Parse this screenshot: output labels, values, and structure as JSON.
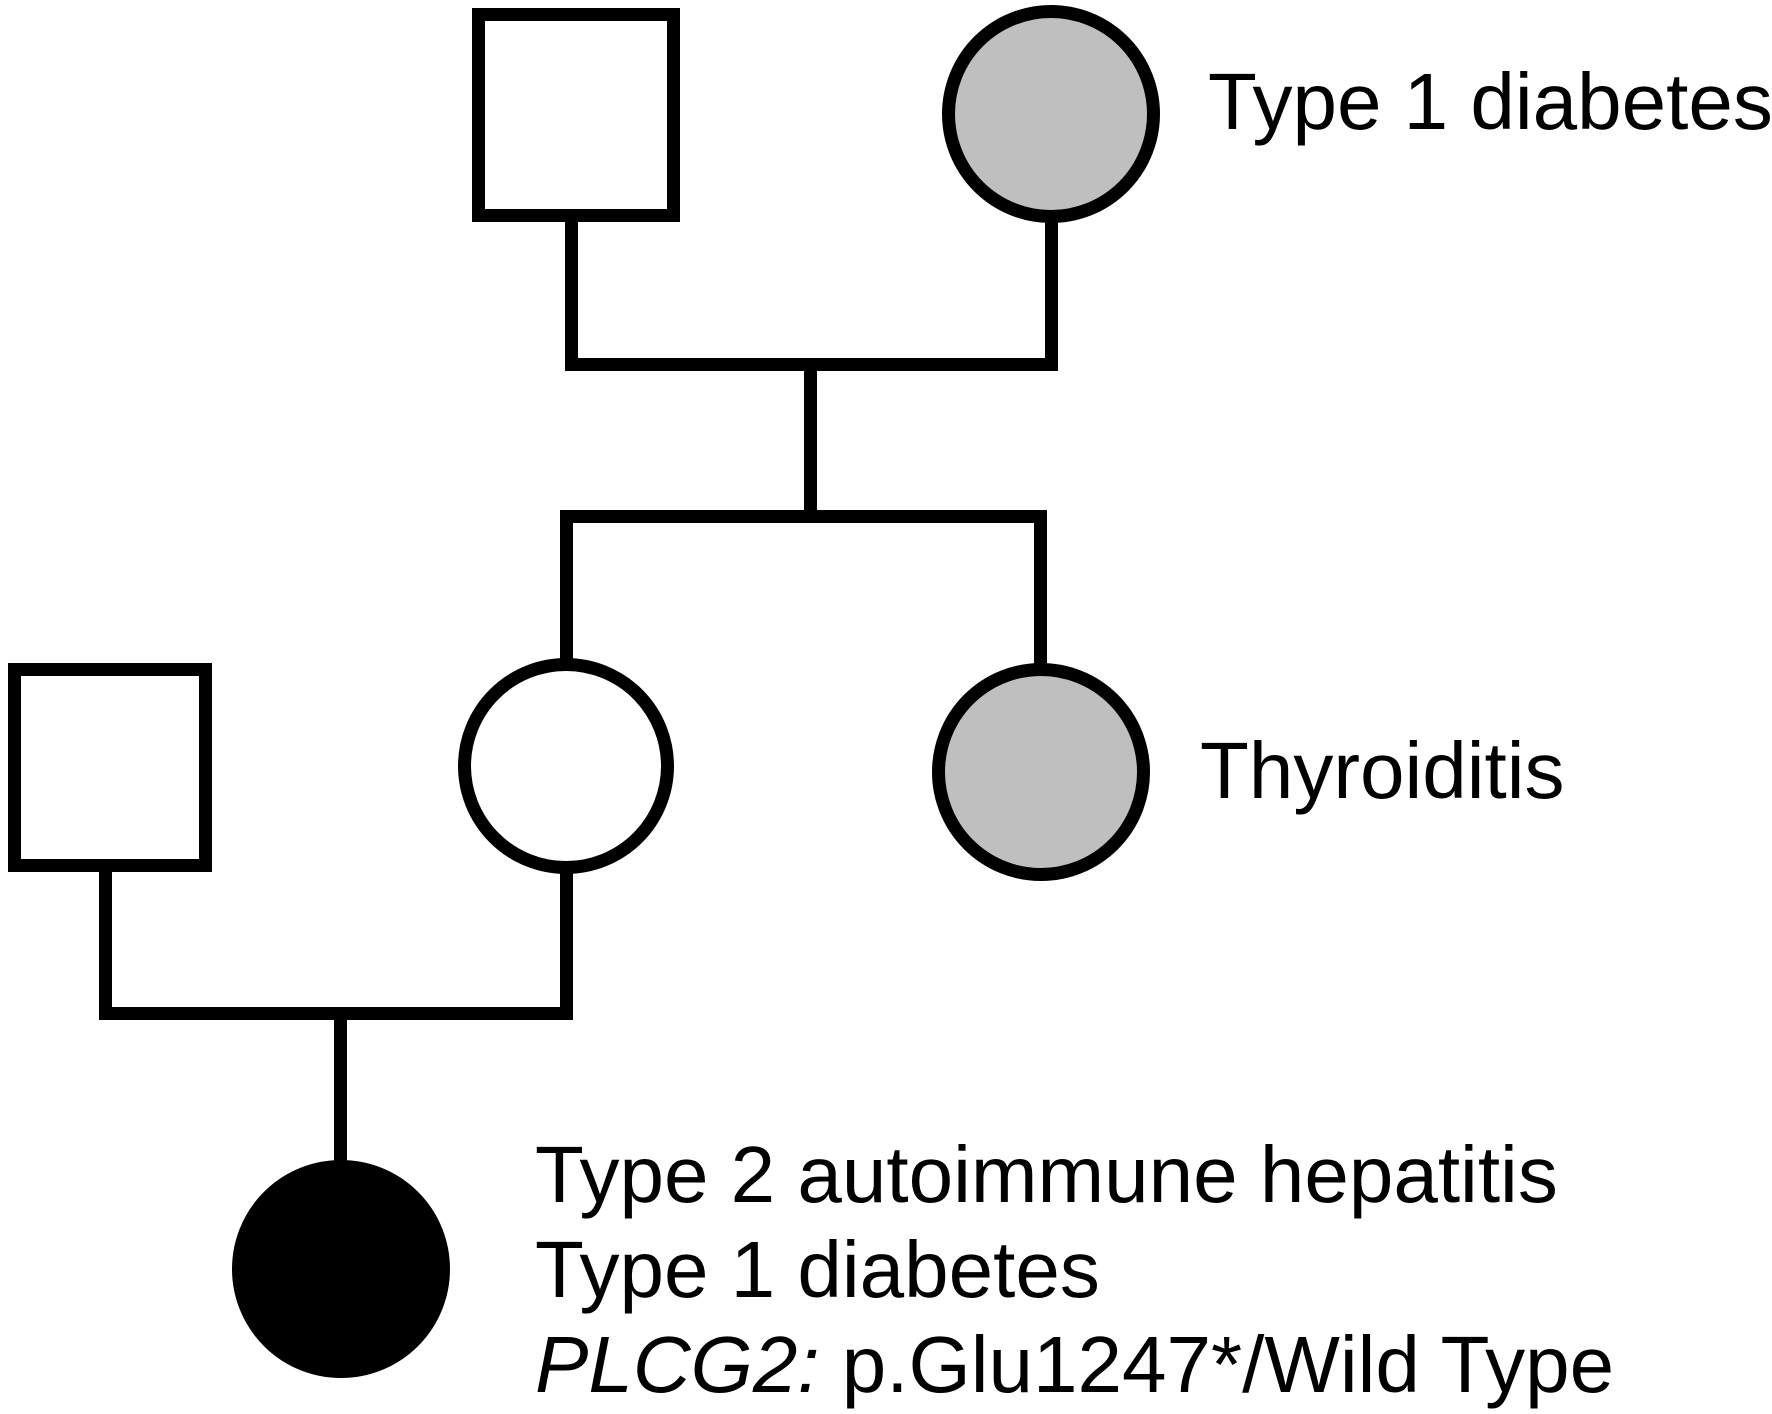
{
  "figure_type": "pedigree-diagram",
  "labels": {
    "gen1_mother": "Type 1 diabetes",
    "gen2_aunt": "Thyroiditis",
    "proband_line1": "Type 2 autoimmune hepatitis",
    "proband_line2": "Type 1 diabetes",
    "proband_gene": "PLCG2:",
    "proband_variant": " p.Glu1247*/Wild Type"
  },
  "colors": {
    "stroke": "#000000",
    "unaffected_fill": "#ffffff",
    "affected_fill": "#bfbfbf",
    "proband_fill": "#000000"
  },
  "individuals": [
    {
      "generation": 1,
      "symbol": "square",
      "sex": "male",
      "fill": "unaffected",
      "label": ""
    },
    {
      "generation": 1,
      "symbol": "circle",
      "sex": "female",
      "fill": "shaded",
      "label": "Type 1 diabetes"
    },
    {
      "generation": 2,
      "symbol": "square",
      "sex": "male",
      "fill": "unaffected",
      "label": ""
    },
    {
      "generation": 2,
      "symbol": "circle",
      "sex": "female",
      "fill": "unaffected",
      "label": ""
    },
    {
      "generation": 2,
      "symbol": "circle",
      "sex": "female",
      "fill": "shaded",
      "label": "Thyroiditis"
    },
    {
      "generation": 3,
      "symbol": "circle",
      "sex": "female",
      "fill": "solid",
      "label": "Type 2 autoimmune hepatitis; Type 1 diabetes; PLCG2: p.Glu1247*/Wild Type"
    }
  ]
}
